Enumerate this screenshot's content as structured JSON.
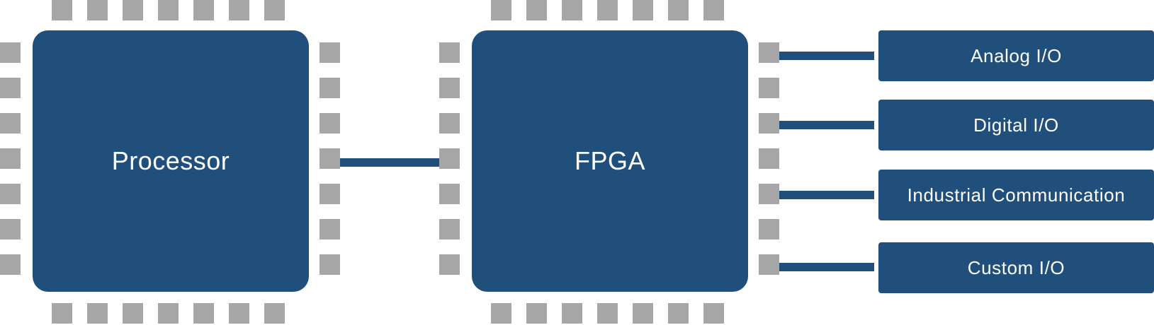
{
  "processor": {
    "label": "Processor"
  },
  "fpga": {
    "label": "FPGA"
  },
  "io_blocks": [
    {
      "label": "Analog I/O"
    },
    {
      "label": "Digital I/O"
    },
    {
      "label": "Industrial Communication"
    },
    {
      "label": "Custom I/O"
    }
  ],
  "colors": {
    "chip": "#204f7b",
    "pin": "#a6a6a6",
    "background": "#ffffff"
  }
}
